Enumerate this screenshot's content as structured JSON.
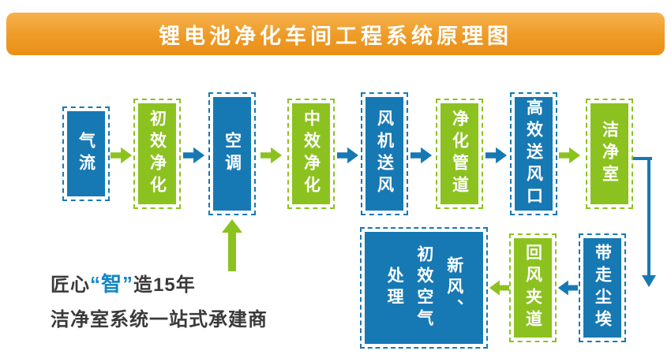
{
  "title": "锂电池净化车间工程系统原理图",
  "colors": {
    "banner_orange": "#ee9b27",
    "box_blue": "#1779b3",
    "box_green": "#8cc220",
    "highlight_blue": "#1386c9",
    "text_dark": "#3a3a3a",
    "box_text": "#ffffff"
  },
  "nodes": {
    "airflow": "气流",
    "primary_purification": "初效净化",
    "air_conditioner": "空调",
    "medium_purification": "中效净化",
    "fan_supply": "风机送风",
    "purification_duct": "净化管道",
    "hepa_outlet": "高效送风口",
    "cleanroom": "洁净室",
    "dust_removal": "带走尘埃",
    "return_air_passage": "回风夹道",
    "fresh_air_treatment": "新风、\n初效空气\n处理"
  },
  "tagline": {
    "part1": "匠心",
    "highlight": "“智”",
    "part2": "造15年",
    "line2": "洁净室系统一站式承建商"
  }
}
